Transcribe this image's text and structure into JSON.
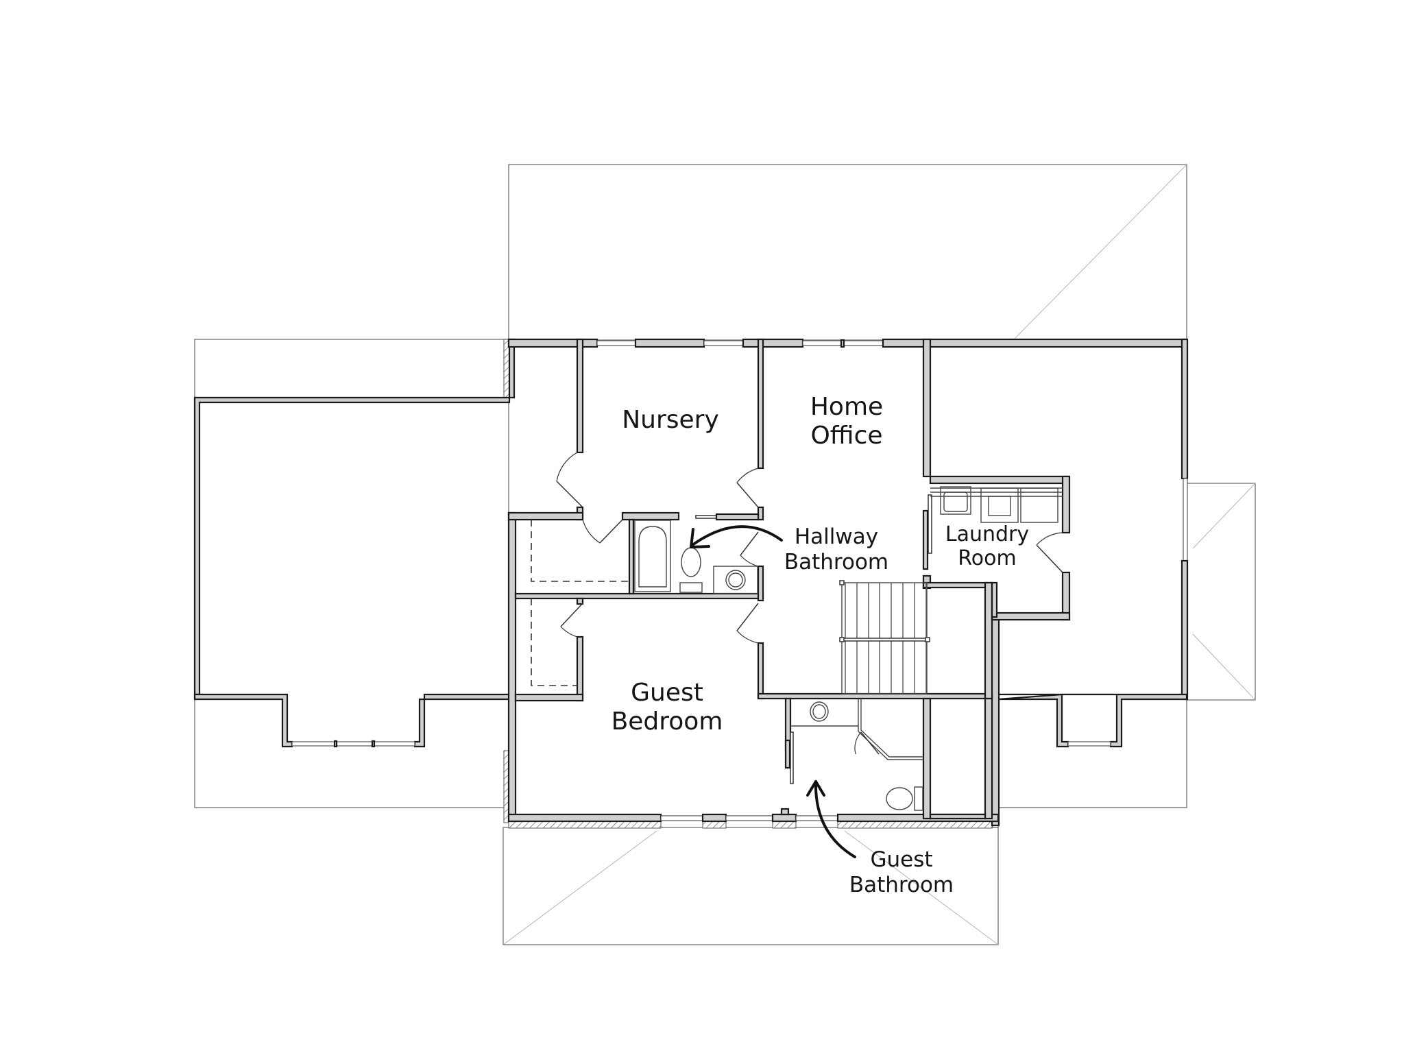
{
  "plan": {
    "type": "second-floor-plan",
    "colors": {
      "background": "#ffffff",
      "wall_fill": "#d0d0d0",
      "wall_stroke": "#1a1a1a",
      "roof_line": "#7a7a7a",
      "text": "#151515"
    }
  },
  "rooms": {
    "nursery": {
      "label": "Nursery"
    },
    "home_office": {
      "line1": "Home",
      "line2": "Office"
    },
    "laundry_room": {
      "line1": "Laundry",
      "line2": "Room"
    },
    "guest_bedroom": {
      "line1": "Guest",
      "line2": "Bedroom"
    }
  },
  "callouts": {
    "hallway_bathroom": {
      "line1": "Hallway",
      "line2": "Bathroom",
      "arrow": "curved-arrow-left"
    },
    "guest_bathroom": {
      "line1": "Guest",
      "line2": "Bathroom",
      "arrow": "curved-arrow-up"
    }
  },
  "icons": {
    "bathtub": "bathtub-icon",
    "toilet": "toilet-icon",
    "sink": "sink-icon",
    "washer": "washer-icon",
    "dryer": "dryer-icon",
    "staircase": "staircase-icon"
  }
}
